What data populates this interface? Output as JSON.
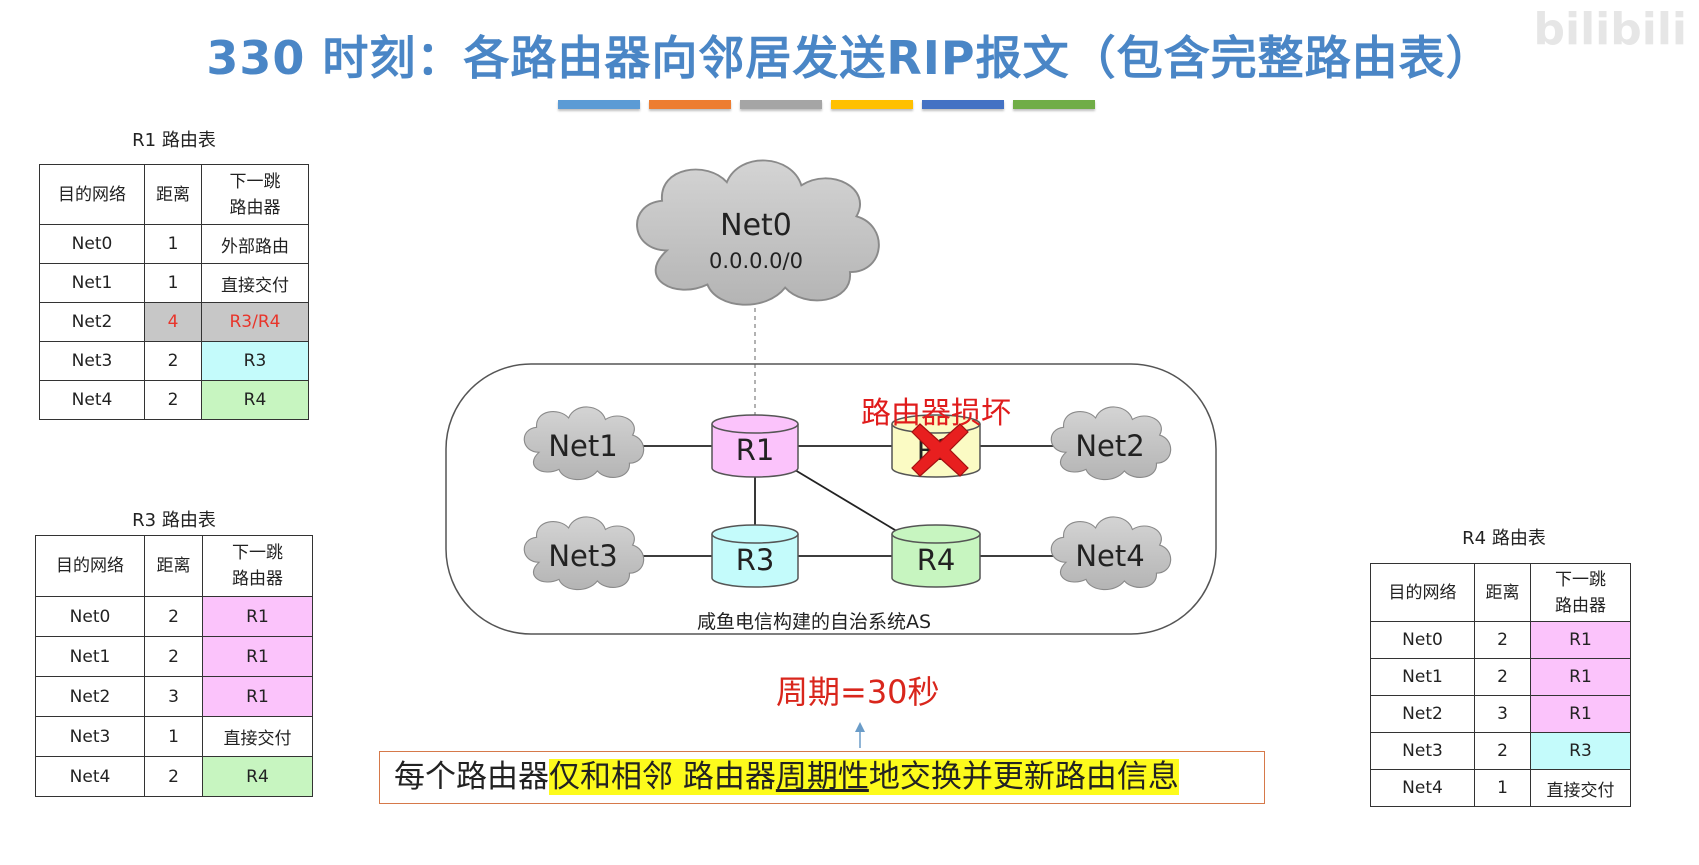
{
  "title": "330 时刻：各路由器向邻居发送RIP报文（包含完整路由表）",
  "watermark": "bilibili",
  "color_bars": [
    "#5b9bd5",
    "#ed7d31",
    "#a5a5a5",
    "#ffc000",
    "#4472c4",
    "#70ad47"
  ],
  "tables": {
    "r1": {
      "caption": "R1 路由表",
      "headers": [
        "目的网络",
        "距离",
        "下一跳\n路由器"
      ],
      "rows": [
        {
          "net": "Net0",
          "dist": "1",
          "next": "外部路由"
        },
        {
          "net": "Net1",
          "dist": "1",
          "next": "直接交付"
        },
        {
          "net": "Net2",
          "dist": "4",
          "next": "R3/R4"
        },
        {
          "net": "Net3",
          "dist": "2",
          "next": "R3"
        },
        {
          "net": "Net4",
          "dist": "2",
          "next": "R4"
        }
      ]
    },
    "r3": {
      "caption": "R3 路由表",
      "headers": [
        "目的网络",
        "距离",
        "下一跳\n路由器"
      ],
      "rows": [
        {
          "net": "Net0",
          "dist": "2",
          "next": "R1"
        },
        {
          "net": "Net1",
          "dist": "2",
          "next": "R1"
        },
        {
          "net": "Net2",
          "dist": "3",
          "next": "R1"
        },
        {
          "net": "Net3",
          "dist": "1",
          "next": "直接交付"
        },
        {
          "net": "Net4",
          "dist": "2",
          "next": "R4"
        }
      ]
    },
    "r4": {
      "caption": "R4 路由表",
      "headers": [
        "目的网络",
        "距离",
        "下一跳\n路由器"
      ],
      "rows": [
        {
          "net": "Net0",
          "dist": "2",
          "next": "R1"
        },
        {
          "net": "Net1",
          "dist": "2",
          "next": "R1"
        },
        {
          "net": "Net2",
          "dist": "3",
          "next": "R1"
        },
        {
          "net": "Net3",
          "dist": "2",
          "next": "R3"
        },
        {
          "net": "Net4",
          "dist": "1",
          "next": "直接交付"
        }
      ]
    }
  },
  "diagram": {
    "net0_name": "Net0",
    "net0_addr": "0.0.0.0/0",
    "nets": [
      "Net1",
      "Net2",
      "Net3",
      "Net4"
    ],
    "routers": [
      "R1",
      "R2",
      "R3",
      "R4"
    ],
    "broken_label": "路由器损坏",
    "as_label": "咸鱼电信构建的自治系统AS"
  },
  "period_label": "周期=30秒",
  "note": {
    "part1": "每个路由器",
    "part2": "仅和相邻 路由器",
    "part3": "周期性",
    "part4": "地交换并更新路由信息"
  }
}
